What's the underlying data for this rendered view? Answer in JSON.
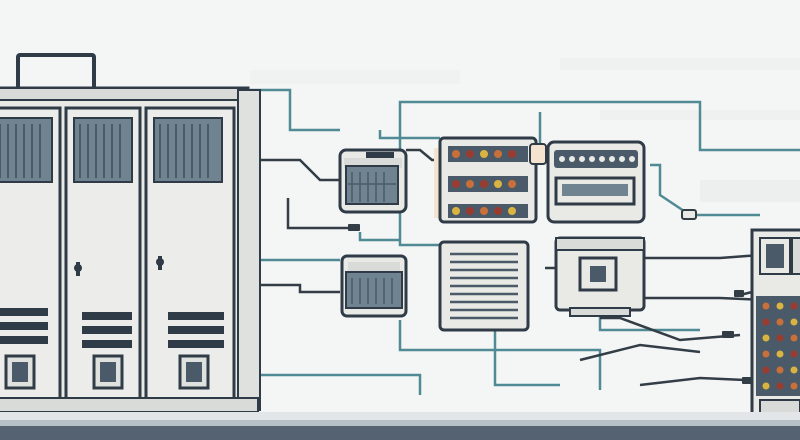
{
  "scene": {
    "subject": "electrical-cabinets-and-connected-devices-illustration",
    "colors": {
      "background": "#f4f5f5",
      "panel": "#e9e9e6",
      "panel_shade": "#d9dbd8",
      "outline": "#2f3b46",
      "screen": "#6f8390",
      "vent": "#4a5a68",
      "wire_teal": "#4f8a95",
      "wire_dark": "#333d46",
      "accent_orange": "#c9703a",
      "accent_red": "#9b3b2f",
      "accent_yellow": "#d9b441",
      "accent_peach": "#f3e3cf",
      "floor": "#3b4a5c"
    },
    "cabinets": [
      {
        "name": "cabinet-left"
      },
      {
        "name": "cabinet-middle"
      },
      {
        "name": "cabinet-right"
      }
    ],
    "devices": [
      {
        "name": "monitor-device-small",
        "icon": "screen-icon"
      },
      {
        "name": "breaker-panel-device",
        "icon": "breaker-icon"
      },
      {
        "name": "controller-box-device",
        "icon": "display-icon"
      },
      {
        "name": "router-device",
        "icon": "router-icon"
      },
      {
        "name": "vented-power-unit",
        "icon": "vent-icon"
      },
      {
        "name": "meter-box-device",
        "icon": "meter-icon"
      },
      {
        "name": "terminal-rack-right",
        "icon": "rack-icon"
      }
    ]
  }
}
